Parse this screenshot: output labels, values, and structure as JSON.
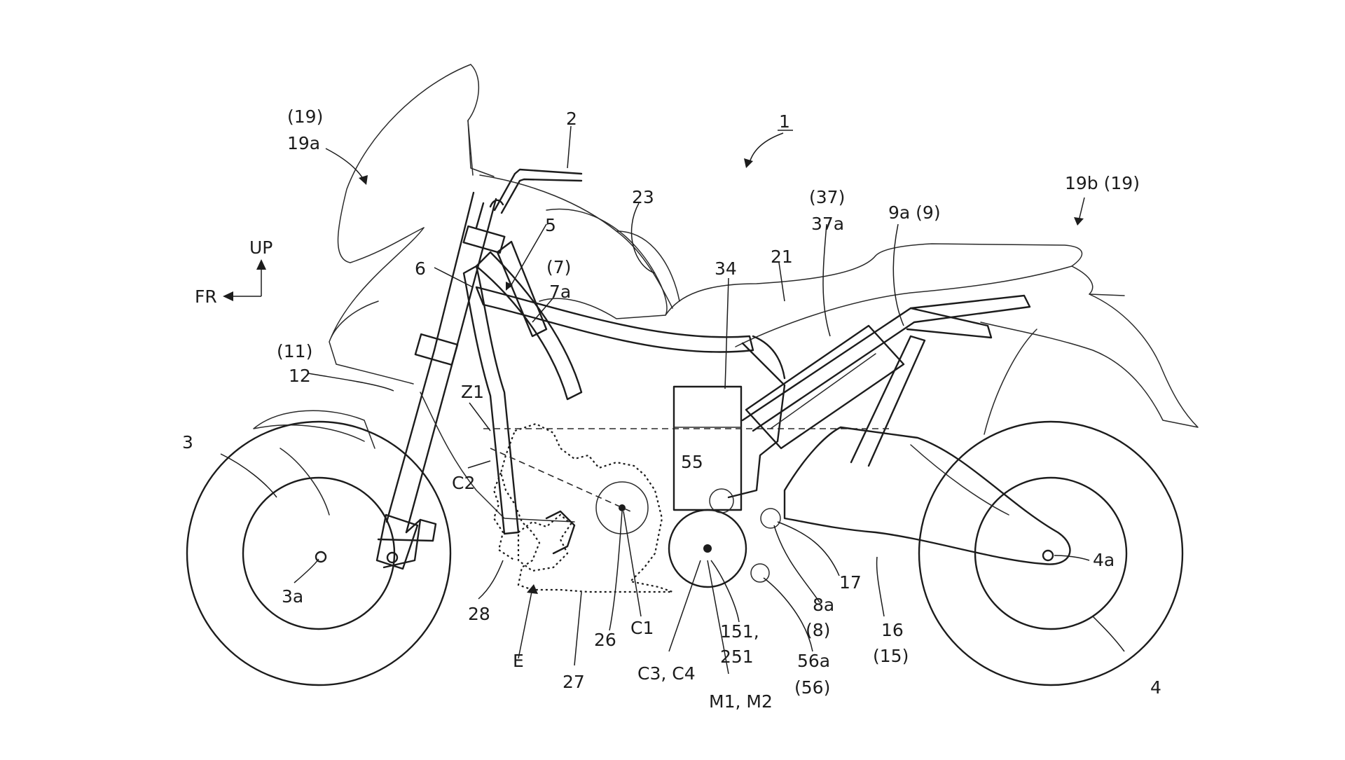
{
  "diagram": {
    "ref_numeral": "1",
    "direction": {
      "up": "UP",
      "fr": "FR"
    },
    "labels": {
      "l2": "2",
      "l3": "3",
      "l3a": "3a",
      "l4": "4",
      "l4a": "4a",
      "l5": "5",
      "l6": "6",
      "l7": "(7)",
      "l7a": "7a",
      "l8": "(8)",
      "l8a": "8a",
      "l9a": "9a (9)",
      "l11": "(11)",
      "l12": "12",
      "l15": "(15)",
      "l16": "16",
      "l17": "17",
      "l19": "(19)",
      "l19a": "19a",
      "l19b": "19b (19)",
      "l21": "21",
      "l23": "23",
      "l26": "26",
      "l27": "27",
      "l28": "28",
      "l34": "34",
      "l37": "(37)",
      "l37a": "37a",
      "l55": "55",
      "l56": "(56)",
      "l56a": "56a",
      "l151": "151,",
      "l251": "251",
      "lZ1": "Z1",
      "lC1": "C1",
      "lC2": "C2",
      "lC3C4": "C3, C4",
      "lM1M2": "M1, M2",
      "lE": "E"
    }
  }
}
